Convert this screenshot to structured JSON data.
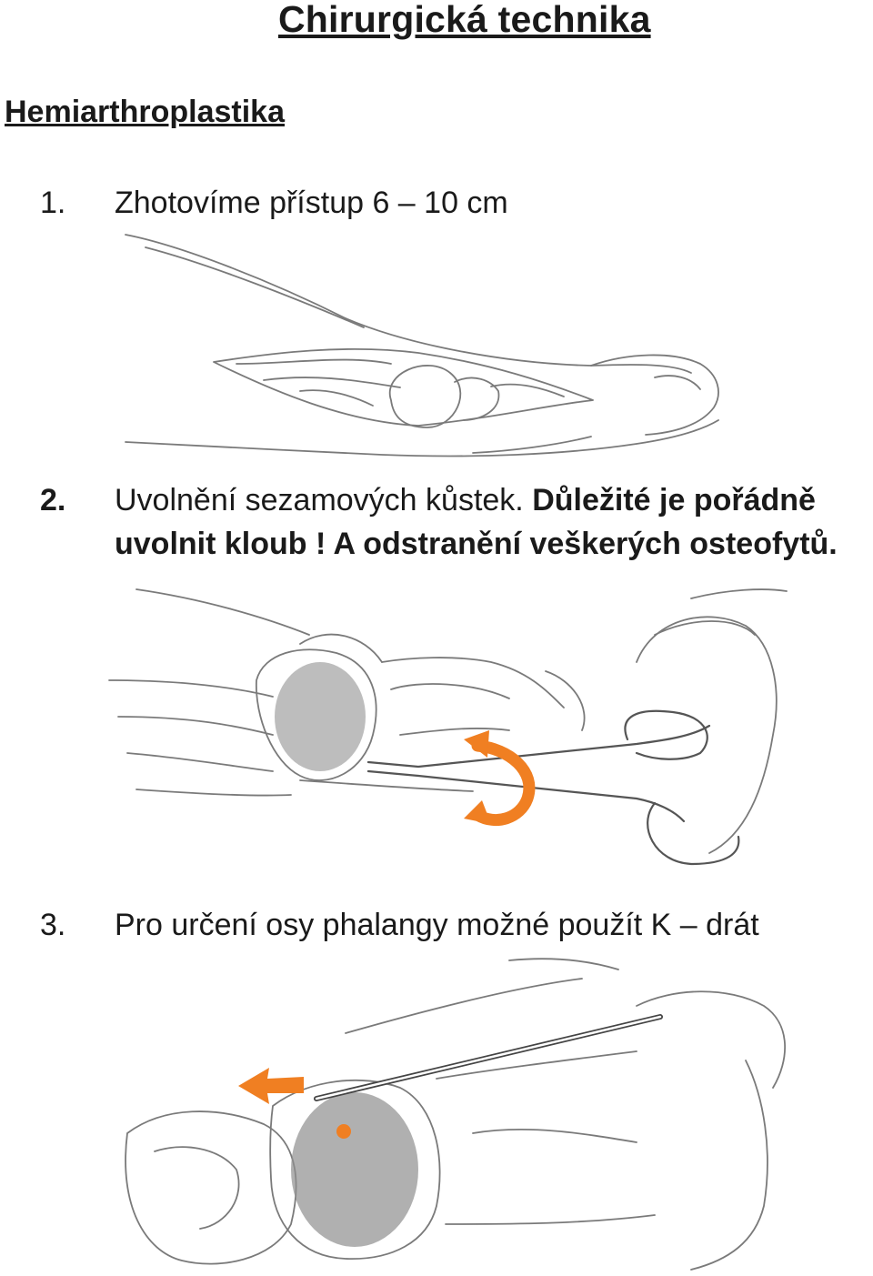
{
  "header": {
    "title": "Chirurgická technika",
    "subtitle": "Hemiarthroplastika"
  },
  "steps": [
    {
      "number": "1.",
      "text": "Zhotovíme přístup 6 – 10 cm"
    },
    {
      "number": "2.",
      "text": "Uvolnění sezamových kůstek.",
      "emphasis_line1": "Důležité je pořádně",
      "emphasis_line2": "uvolnit kloub ! A odstranění veškerých osteofytů."
    },
    {
      "number": "3.",
      "text": "Pro určení osy phalangy možné použít K – drát"
    }
  ],
  "colors": {
    "text": "#1a1a1a",
    "accent_orange": "#f07f22",
    "line_art": "#7a7a7a",
    "bone_fill": "#8a8a8a"
  }
}
